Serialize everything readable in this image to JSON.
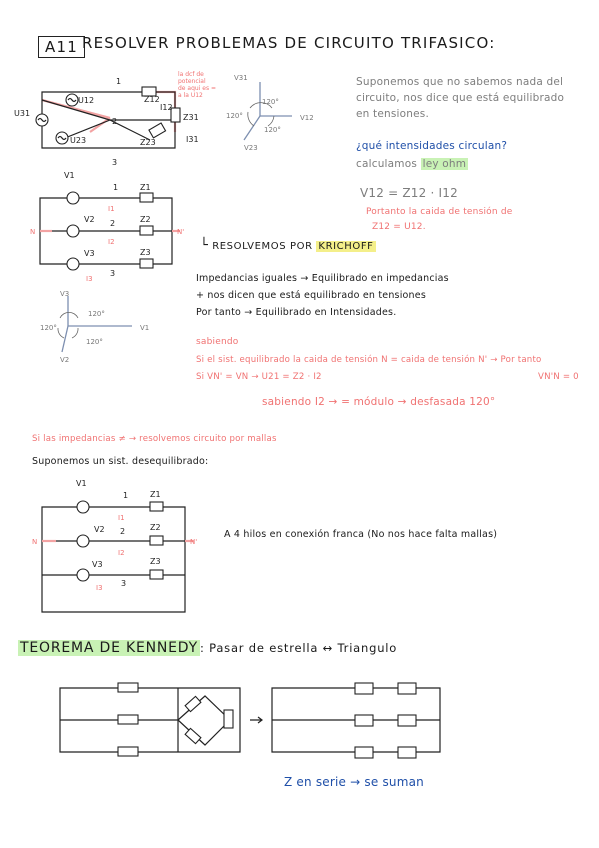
{
  "header": {
    "code": "A11",
    "title": "RESOLVER PROBLEMAS DE CIRCUITO TRIFASICO:"
  },
  "circuit1": {
    "labels": {
      "node1": "1",
      "node2": "2",
      "node3": "3",
      "u31": "U31",
      "u12": "U12",
      "u23": "U23",
      "z12": "Z12",
      "z31": "Z31",
      "z23": "Z23",
      "i12": "I12",
      "i31": "I31"
    },
    "note_lines": [
      "la dcf de",
      "potencial",
      "de aqui es =",
      "a la U12"
    ]
  },
  "phasor1": {
    "v31": "V31",
    "v12": "V12",
    "v23": "V23",
    "a1": "120°",
    "a2": "120°",
    "a3": "120°"
  },
  "intro_lines": [
    "Suponemos que no sabemos nada del",
    "circuito, nos dice que está equilibrado",
    "en tensiones."
  ],
  "question": "¿qué intensidades circulan?",
  "ohm": {
    "prefix": "calculamos",
    "highlight": "ley ohm"
  },
  "formula": "V12 = Z12 · I12",
  "formula_note": [
    "Portanto la caida de tensión de",
    "Z12 = U12."
  ],
  "circuit2": {
    "v1": "V1",
    "v2": "V2",
    "v3": "V3",
    "n1": "1",
    "n2": "2",
    "n3": "3",
    "z1": "Z1",
    "z2": "Z2",
    "z3": "Z3",
    "i1": "I1",
    "i2": "I2",
    "i3": "I3",
    "n_left": "N",
    "n_right": "N'"
  },
  "resolve": {
    "prefix": "RESOLVEMOS POR",
    "highlight": "KRICHOFF"
  },
  "phasor2": {
    "v1": "V1",
    "v2": "V2",
    "v3": "V3",
    "a1": "120°",
    "a2": "120°",
    "a3": "120°"
  },
  "equil_lines": [
    "Impedancias iguales → Equilibrado en impedancias",
    "+ nos dicen que está equilibrado en tensiones",
    "Por tanto → Equilibrado en Intensidades."
  ],
  "sabiendo": {
    "head": "sabiendo",
    "line1": "Si el sist. equilibrado la caida de tensión N = caida de tensión N' → Por tanto",
    "line2a": "Si VN' = VN →  U21 = Z2 · I2",
    "line2b": "VN'N = 0",
    "line3": "sabiendo I2 → = módulo → desfasada 120°"
  },
  "mallas": "Si las impedancias ≠ → resolvemos circuito por mallas",
  "desequilibrado": "Suponemos un sist. desequilibrado:",
  "circuit3": {
    "v1": "V1",
    "v2": "V2",
    "v3": "V3",
    "n1": "1",
    "n2": "2",
    "n3": "3",
    "z1": "Z1",
    "z2": "Z2",
    "z3": "Z3",
    "i1": "I1",
    "i2": "I2",
    "i3": "I3",
    "n_left": "N",
    "n_right": "N'"
  },
  "four_wire": "A 4 hilos en conexión franca (No nos hace falta mallas)",
  "kennedy": {
    "title": "TEOREMA DE KENNEDY",
    "subtitle": ": Pasar de estrella ↔ Triangulo"
  },
  "serie": "Z en serie → se suman",
  "colors": {
    "pink": "#f07272",
    "blue": "#1f4fa8",
    "green_highlight": "#c9f2b5",
    "yellow_highlight": "#f4ef8a"
  }
}
